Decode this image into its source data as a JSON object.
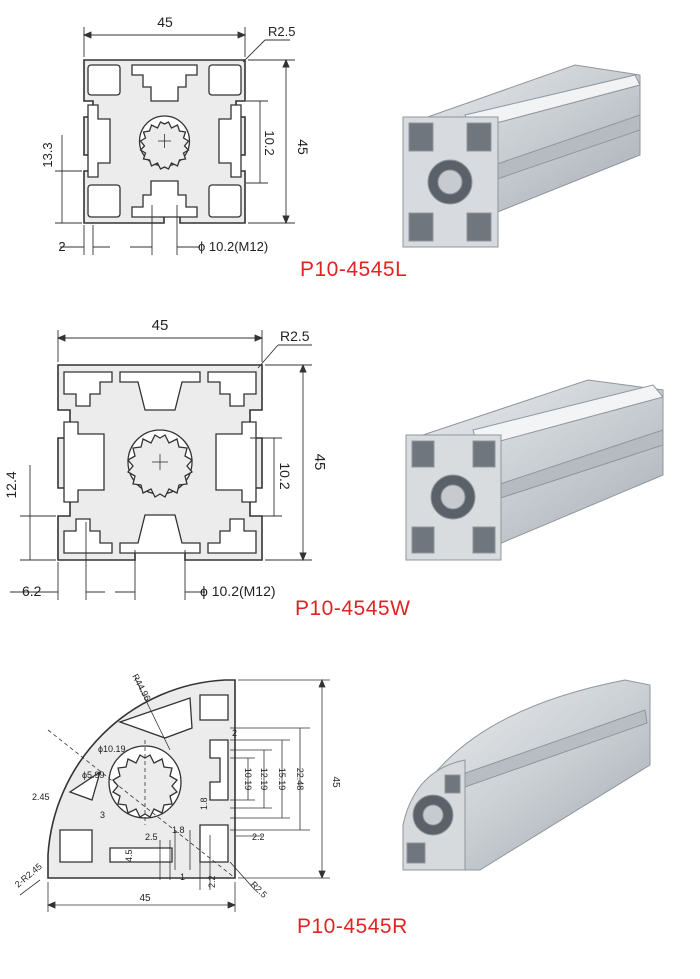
{
  "colors": {
    "label_red": "#e02424",
    "line": "#333333",
    "profile_fill": "#ececec",
    "aluminum": "#c7cbd0"
  },
  "profiles": [
    {
      "part_number": "P10-4545L",
      "dims": {
        "width": "45",
        "height": "45",
        "radius": "R2.5",
        "slot_depth": "10.2",
        "offset": "13.3",
        "slot_width": "2",
        "bore": "ϕ 10.2(M12)"
      }
    },
    {
      "part_number": "P10-4545W",
      "dims": {
        "width": "45",
        "height": "45",
        "radius": "R2.5",
        "slot_depth": "10.2",
        "offset": "12.4",
        "slot_width": "6.2",
        "bore": "ϕ 10.2(M12)"
      }
    },
    {
      "part_number": "P10-4545R",
      "dims": {
        "width": "45",
        "height": "45",
        "outer_radius": "R44.96",
        "bore_a": "ϕ10.19",
        "bore_b": "ϕ5.99",
        "v1": "10.19",
        "v2": "12.19",
        "v3": "15.19",
        "v4": "22.48",
        "top_gap": "2",
        "r_side": "2.45",
        "corner": "2-R2.45",
        "w1": "2.5",
        "w2": "1.8",
        "w3": "2.2",
        "h1": "4.5",
        "h2": "1.8",
        "bottom": "2.2",
        "rad_small": "R2.5",
        "diag": "3",
        "s1": "1"
      }
    }
  ]
}
